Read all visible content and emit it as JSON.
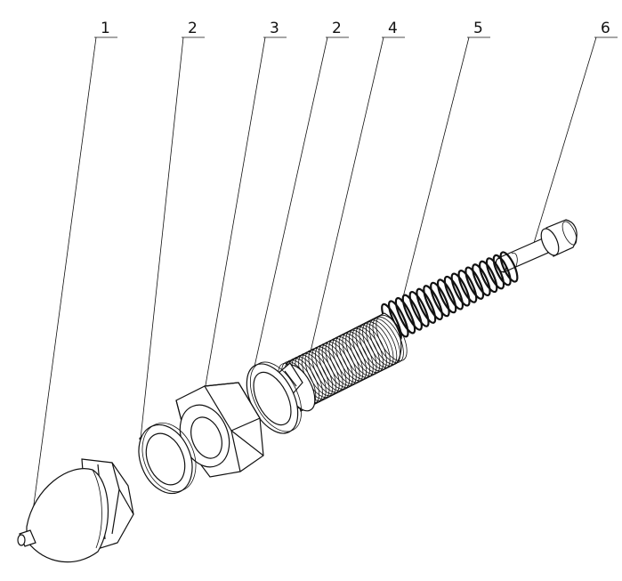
{
  "diagram": {
    "callouts": [
      {
        "id": "c1",
        "label": "1"
      },
      {
        "id": "c2a",
        "label": "2"
      },
      {
        "id": "c3",
        "label": "3"
      },
      {
        "id": "c2b",
        "label": "2"
      },
      {
        "id": "c4",
        "label": "4"
      },
      {
        "id": "c5",
        "label": "5"
      },
      {
        "id": "c6",
        "label": "6"
      }
    ]
  },
  "colors": {
    "line": "#111111",
    "background": "#ffffff"
  }
}
